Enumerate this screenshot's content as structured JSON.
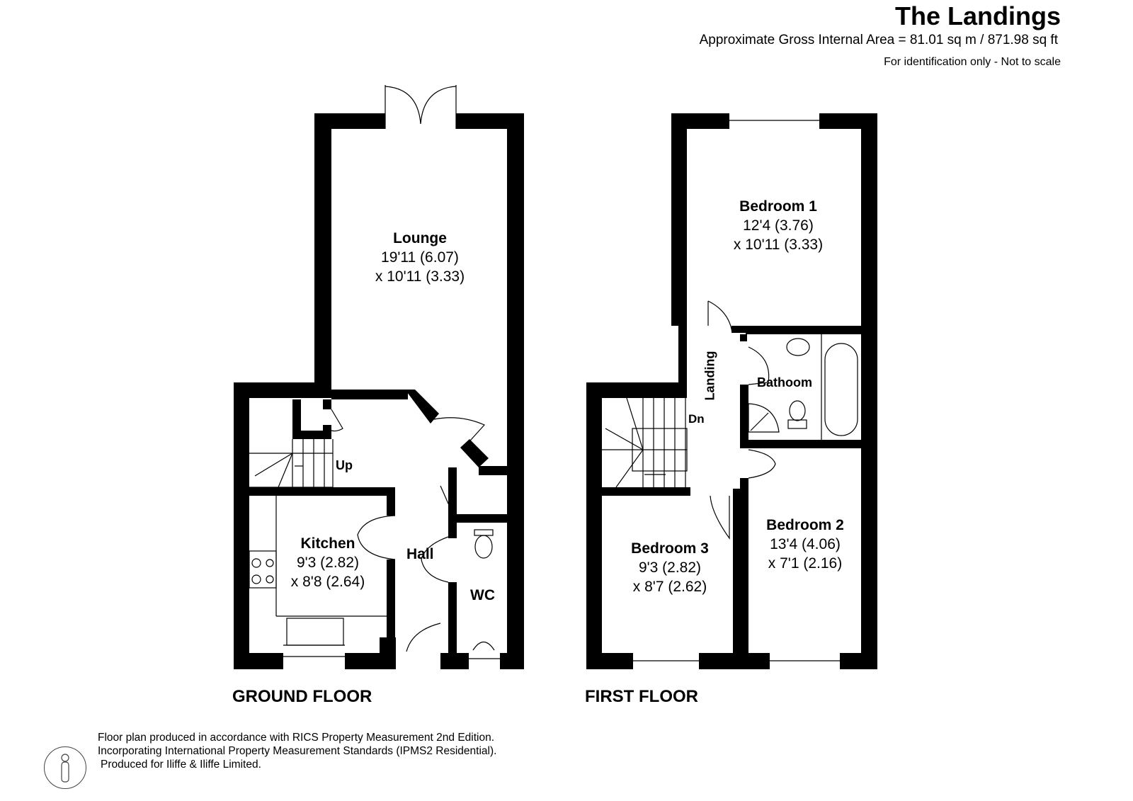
{
  "header": {
    "title": "The Landings",
    "area": "Approximate Gross Internal Area = 81.01 sq m / 871.98 sq ft",
    "disclaimer": "For identification only - Not to scale"
  },
  "ground_floor": {
    "label": "GROUND FLOOR",
    "rooms": {
      "lounge": {
        "name": "Lounge",
        "dim1": "19'11 (6.07)",
        "dim2": "x 10'11 (3.33)"
      },
      "kitchen": {
        "name": "Kitchen",
        "dim1": "9'3 (2.82)",
        "dim2": "x 8'8 (2.64)"
      },
      "hall": {
        "name": "Hall"
      },
      "wc": {
        "name": "WC"
      }
    },
    "stairs_label": "Up"
  },
  "first_floor": {
    "label": "FIRST FLOOR",
    "rooms": {
      "bedroom1": {
        "name": "Bedroom 1",
        "dim1": "12'4 (3.76)",
        "dim2": "x 10'11 (3.33)"
      },
      "bedroom2": {
        "name": "Bedroom 2",
        "dim1": "13'4 (4.06)",
        "dim2": "x 7'1 (2.16)"
      },
      "bedroom3": {
        "name": "Bedroom 3",
        "dim1": "9'3 (2.82)",
        "dim2": "x 8'7 (2.62)"
      },
      "bathroom": {
        "name": "Bathoom"
      },
      "landing": {
        "name": "Landing"
      }
    },
    "stairs_label": "Dn"
  },
  "footer": {
    "line1": "Floor plan produced in accordance with RICS Property Measurement 2nd Edition.",
    "line2": "Incorporating International Property Measurement Standards (IPMS2 Residential).",
    "line3": "Produced for Iliffe & Iliffe Limited.",
    "logo_icon": "person-in-circle-icon"
  }
}
